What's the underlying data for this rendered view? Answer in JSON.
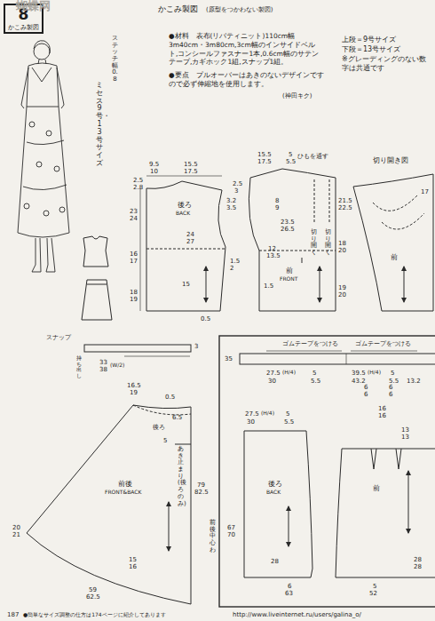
{
  "diagram": {
    "title": "かこみ製図",
    "nodes": [
      {
        "text": [
          "8",
          "かこみ製図"
        ]
      }
    ],
    "labels": [
      "蝴蝶网",
      "(原型をつかわない製図)",
      "ミセス9号・13号サイズ",
      "ステッチ幅0.8",
      "●材料　表布(リバティニット)110cm幅3m40cm・3m80cm,3cm幅のインサイドベルト,コンシールファスナー1本,0.6cm幅のサテンテープ,カギホック1組,スナップ1組。",
      "●要点　プルオーバーはあきのないデザインですので必ず伸縮地を使用します。",
      "(神田キク)",
      "上段＝9号サイズ",
      "下段＝13号サイズ",
      "※グレーディングのない数字は共通です",
      "9.5",
      "10",
      "15.5",
      "17.5",
      "2.5",
      "2.8",
      "3.2",
      "3.5",
      "23",
      "24",
      "後ろ",
      "BACK",
      "24",
      "27",
      "16",
      "17",
      "1.5",
      "2",
      "18",
      "19",
      "15",
      "0.5",
      "15.5",
      "17.5",
      "5",
      "5.5",
      "ひもを通す",
      "2.5",
      "3",
      "21.5",
      "22.5",
      "8",
      "9",
      "23.5",
      "26.5",
      "切り開く",
      "切り開く",
      "12",
      "13.5",
      "18",
      "20",
      "前",
      "FRONT",
      "1.5",
      "19",
      "20",
      "切り開き図",
      "17",
      "前",
      "スナップ",
      "持ち出し",
      "3",
      "33",
      "38",
      "(W/2)",
      "16.5",
      "19",
      "0.5",
      "6.5",
      "後ろ",
      "5",
      "あき止まり(後ろのみ)",
      "79",
      "82.5",
      "前後中心わ",
      "前後",
      "FRONT&BACK",
      "20",
      "21",
      "15",
      "16",
      "59",
      "62.5",
      "187",
      "●簡単なサイズ調整の仕方は174ページに紹介してあります",
      "http://www.liveinternet.ru/users/galina_o/",
      "ゴムテープをつける",
      "ゴムテープをつける",
      "35",
      "27.5",
      "(H/4)",
      "5",
      "30",
      "5.5",
      "39.5",
      "(H/4)",
      "5",
      "43.2",
      "5.5",
      "13.2",
      "27.5",
      "(H/4)",
      "5",
      "30",
      "5.5",
      "後ろ",
      "BACK",
      "67",
      "70",
      "28",
      "6",
      "63",
      "6",
      "6",
      "6",
      "6",
      "16",
      "16",
      "13",
      "13",
      "前",
      "28",
      "28",
      "5",
      "52"
    ]
  }
}
